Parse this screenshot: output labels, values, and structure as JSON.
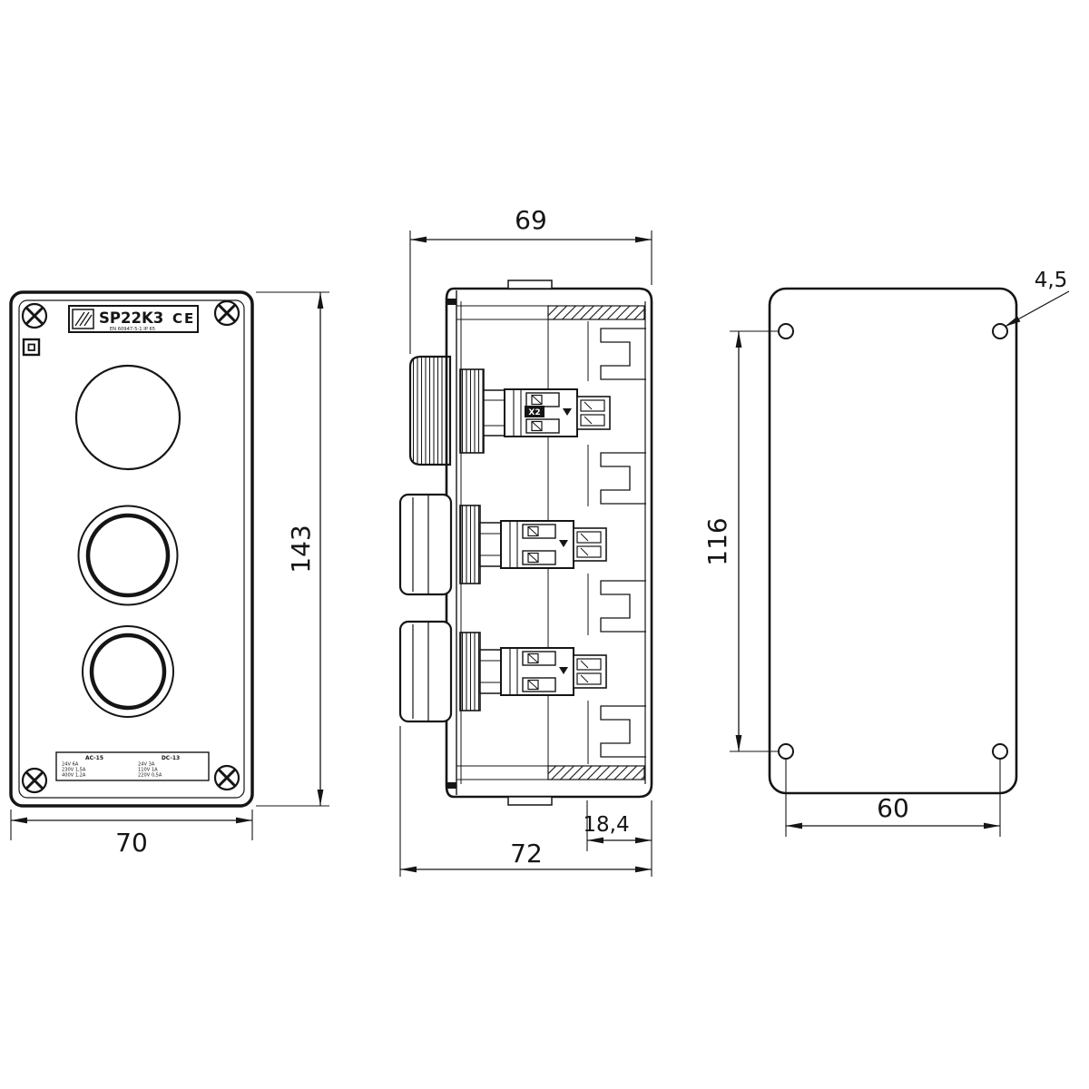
{
  "drawing": {
    "front_view": {
      "nameplate": {
        "model": "SP22K3",
        "ce_mark": "CE",
        "standard_line": "EN 60947-5-1  IP 65"
      },
      "ratings": {
        "col_ac_header": "AC-15",
        "col_dc_header": "DC-13",
        "ac_rows": [
          "24V  6A",
          "230V 1,5A",
          "400V 1,2A"
        ],
        "dc_rows": [
          "24V  3A",
          "110V  1A",
          "220V 0,5A"
        ]
      },
      "dim_width": "70",
      "dim_height": "143"
    },
    "side_view": {
      "dim_depth_top": "69",
      "dim_depth_bottom": "72",
      "dim_base_depth": "18,4",
      "terminal_marking": "X2"
    },
    "back_view": {
      "dim_hole_dia": "4,5",
      "dim_hole_pitch_v": "116",
      "dim_hole_pitch_h": "60"
    },
    "colors": {
      "line": "#151515",
      "background": "#ffffff"
    }
  }
}
